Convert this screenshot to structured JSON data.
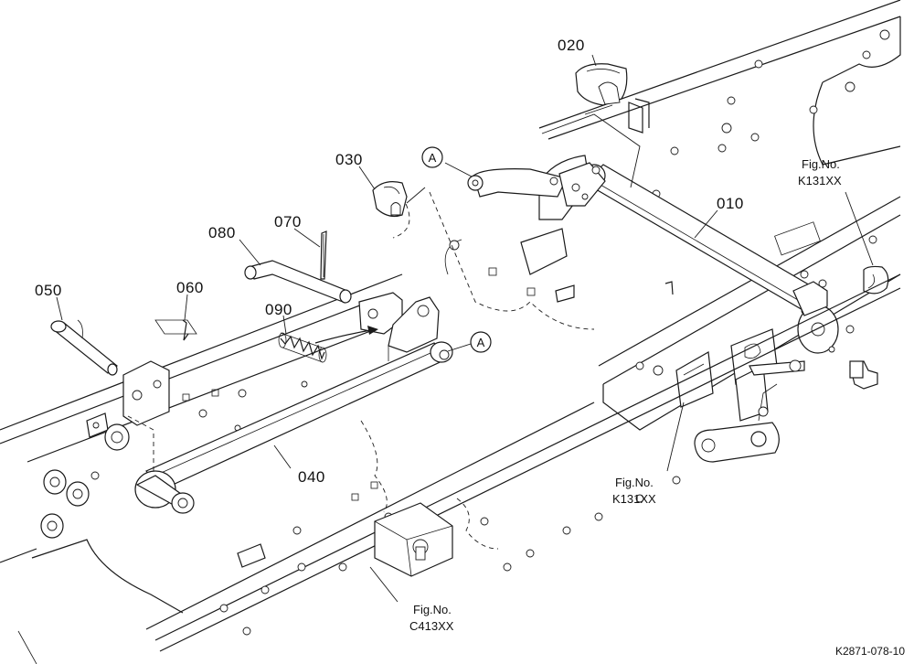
{
  "parts": [
    {
      "id": "p010",
      "label": "010"
    },
    {
      "id": "p020",
      "label": "020"
    },
    {
      "id": "p030",
      "label": "030"
    },
    {
      "id": "p040",
      "label": "040"
    },
    {
      "id": "p050",
      "label": "050"
    },
    {
      "id": "p060",
      "label": "060"
    },
    {
      "id": "p070",
      "label": "070"
    },
    {
      "id": "p080",
      "label": "080"
    },
    {
      "id": "p090",
      "label": "090"
    }
  ],
  "markers": {
    "a1": "A",
    "a2": "A"
  },
  "fig_refs": [
    {
      "line1": "Fig.No.",
      "line2": "K131XX"
    },
    {
      "line1": "Fig.No.",
      "line2": "K131XX"
    },
    {
      "line1": "Fig.No.",
      "line2": "C413XX"
    }
  ],
  "drawing_code": "K2871-078-10"
}
